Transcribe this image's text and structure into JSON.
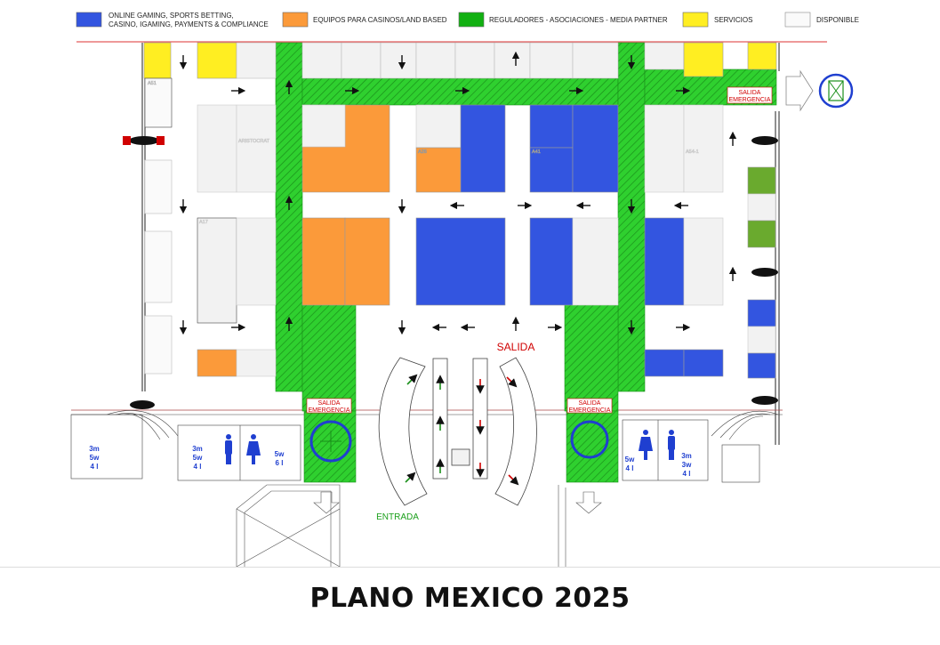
{
  "title": "PLANO MEXICO 2025",
  "colors": {
    "online_gaming": "#3355e0",
    "equipos": "#fb9a3a",
    "reguladores": "#33cc33",
    "servicios": "#ffee22",
    "disponible": "#f2f2f2",
    "emergency": "#d00000",
    "aisle": "#2fd02f"
  },
  "legend": [
    {
      "key": "online_gaming",
      "line1": "ONLINE GAMING, SPORTS BETTING,",
      "line2": "CASINO, IGAMING, PAYMENTS & COMPLIANCE"
    },
    {
      "key": "equipos",
      "line1": "EQUIPOS PARA CASINOS/LAND BASED",
      "line2": ""
    },
    {
      "key": "reguladores",
      "line1": "REGULADORES - ASOCIACIONES - MEDIA PARTNER",
      "line2": ""
    },
    {
      "key": "servicios",
      "line1": "SERVICIOS",
      "line2": ""
    },
    {
      "key": "disponible",
      "line1": "DISPONIBLE",
      "line2": ""
    }
  ],
  "labels": {
    "salida": "SALIDA",
    "entrada": "ENTRADA",
    "salida_emergencia_1": "SALIDA",
    "salida_emergencia_2": "EMERGENCIA",
    "aristocrat": "ARISTOCRAT"
  },
  "booth_codes": {
    "a51": "A51",
    "a17": "A17",
    "a54": "A54-1",
    "a41": "A41",
    "a26": "A26"
  },
  "restrooms": [
    {
      "side": "left-outer",
      "lines": [
        "3m",
        "5w",
        "4 l"
      ]
    },
    {
      "side": "left-inner",
      "lines": [
        "3m",
        "5w",
        "4 l"
      ]
    },
    {
      "side": "left-right",
      "lines": [
        "5w",
        "6 l"
      ]
    },
    {
      "side": "right-inner",
      "lines": [
        "5w",
        "4 l"
      ]
    },
    {
      "side": "right-outer",
      "lines": [
        "3m",
        "3w",
        "4 l"
      ]
    }
  ]
}
